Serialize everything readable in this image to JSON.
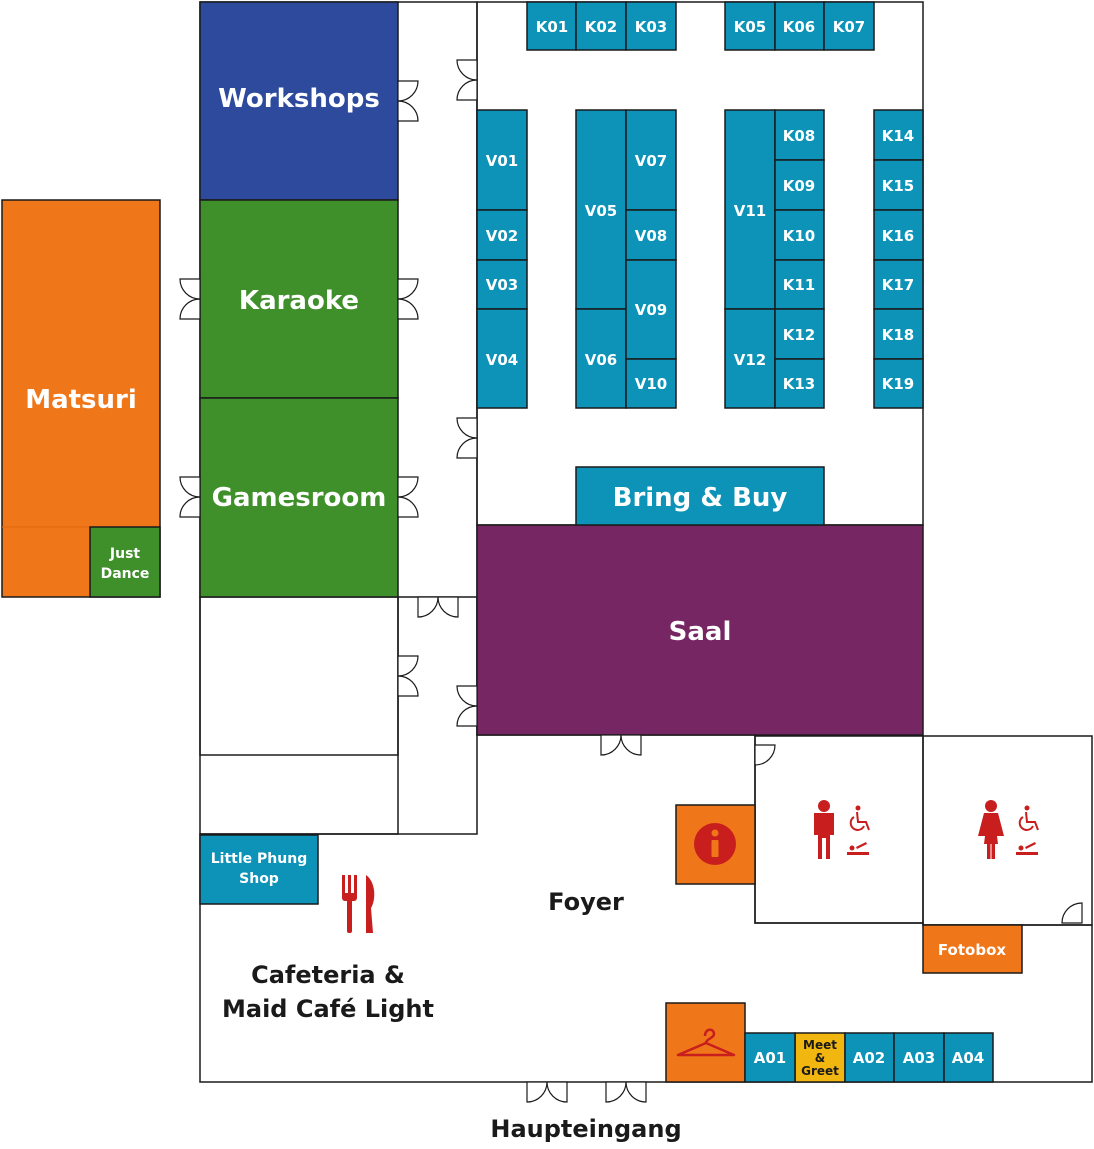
{
  "colors": {
    "blue": "#2d4a9c",
    "green": "#3f8f2a",
    "orange": "#ef7619",
    "purple": "#772664",
    "teal": "#0d93b8",
    "yellow": "#f1b610",
    "red": "#c81e1e",
    "line": "#1a1a1a"
  },
  "rooms": {
    "workshops": "Workshops",
    "karaoke": "Karaoke",
    "gamesroom": "Gamesroom",
    "matsuri": "Matsuri",
    "just_dance_1": "Just",
    "just_dance_2": "Dance",
    "saal": "Saal",
    "bring_buy": "Bring & Buy",
    "little_phung_1": "Little Phung",
    "little_phung_2": "Shop",
    "fotobox": "Fotobox",
    "meet_greet_1": "Meet",
    "meet_greet_2": "&",
    "meet_greet_3": "Greet"
  },
  "labels": {
    "foyer": "Foyer",
    "cafeteria_1": "Cafeteria &",
    "cafeteria_2": "Maid Café Light",
    "entrance": "Haupteingang"
  },
  "booths": {
    "K01": "K01",
    "K02": "K02",
    "K03": "K03",
    "K05": "K05",
    "K06": "K06",
    "K07": "K07",
    "K08": "K08",
    "K09": "K09",
    "K10": "K10",
    "K11": "K11",
    "K12": "K12",
    "K13": "K13",
    "K14": "K14",
    "K15": "K15",
    "K16": "K16",
    "K17": "K17",
    "K18": "K18",
    "K19": "K19",
    "V01": "V01",
    "V02": "V02",
    "V03": "V03",
    "V04": "V04",
    "V05": "V05",
    "V06": "V06",
    "V07": "V07",
    "V08": "V08",
    "V09": "V09",
    "V10": "V10",
    "V11": "V11",
    "V12": "V12",
    "A01": "A01",
    "A02": "A02",
    "A03": "A03",
    "A04": "A04"
  },
  "icons": [
    "info-icon",
    "cutlery-icon",
    "coat-hanger-icon",
    "male-toilet-icon",
    "female-toilet-icon",
    "wheelchair-icon",
    "baby-changing-icon"
  ]
}
